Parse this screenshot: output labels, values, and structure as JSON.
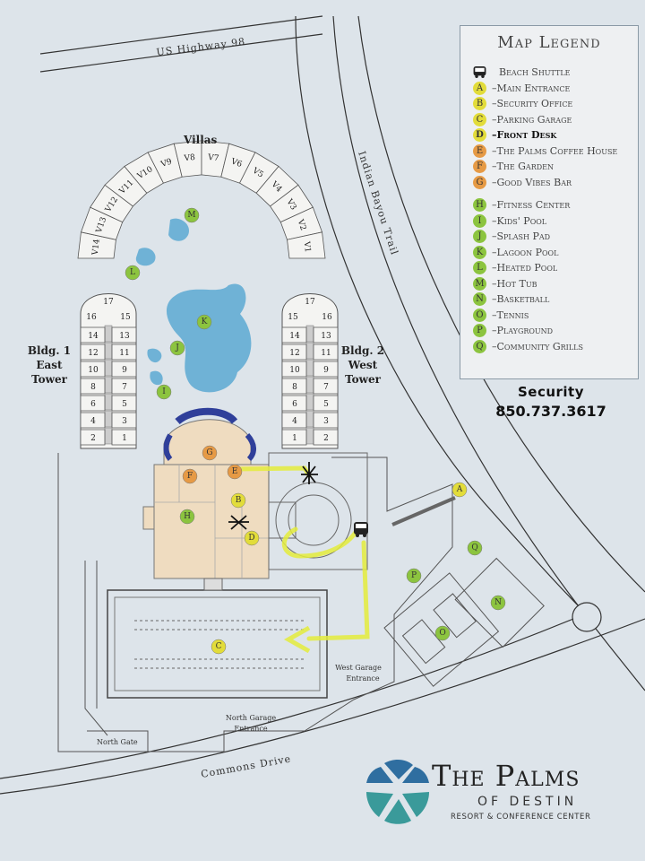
{
  "roads": {
    "highway": "US Highway 98",
    "trail": "Indian Bayou Trail",
    "commons": "Commons Drive"
  },
  "labels": {
    "villas": "Villas",
    "east_tower": [
      "Bldg. 1",
      "East",
      "Tower"
    ],
    "west_tower": [
      "Bldg. 2",
      "West",
      "Tower"
    ],
    "north_gate": "North Gate",
    "north_garage": [
      "North Garage",
      "Entrance"
    ],
    "west_garage": [
      "West Garage",
      "Entrance"
    ]
  },
  "villas": [
    "V14",
    "V13",
    "V12",
    "V11",
    "V10",
    "V9",
    "V8",
    "V7",
    "V6",
    "V5",
    "V4",
    "V3",
    "V2",
    "V1"
  ],
  "towers": {
    "east": {
      "top": [
        "16",
        "17",
        "15"
      ],
      "rows": [
        [
          "14",
          "13"
        ],
        [
          "12",
          "11"
        ],
        [
          "10",
          "9"
        ],
        [
          "8",
          "7"
        ],
        [
          "6",
          "5"
        ],
        [
          "4",
          "3"
        ],
        [
          "2",
          "1"
        ]
      ]
    },
    "west": {
      "top": [
        "15",
        "17",
        "16"
      ],
      "rows": [
        [
          "14",
          "13"
        ],
        [
          "12",
          "11"
        ],
        [
          "10",
          "9"
        ],
        [
          "8",
          "7"
        ],
        [
          "6",
          "5"
        ],
        [
          "4",
          "3"
        ],
        [
          "1",
          "2"
        ]
      ]
    }
  },
  "markers": {
    "A": "A",
    "B": "B",
    "C": "C",
    "D": "D",
    "E": "E",
    "F": "F",
    "G": "G",
    "H": "H",
    "I": "I",
    "J": "J",
    "K": "K",
    "L": "L",
    "M": "M",
    "N": "N",
    "O": "O",
    "P": "P",
    "Q": "Q"
  },
  "colors": {
    "yellow": "#e2dc3a",
    "orange": "#e69a45",
    "green": "#8cc43f",
    "water": "#6fb2d6",
    "route": "#e4ec3c",
    "building": "#efdcc0"
  },
  "legend": {
    "title": "Map Legend",
    "shuttle": "Beach Shuttle",
    "items": [
      {
        "letter": "A",
        "label": "Main Entrance",
        "group": "yellow"
      },
      {
        "letter": "B",
        "label": "Security Office",
        "group": "yellow"
      },
      {
        "letter": "C",
        "label": "Parking Garage",
        "group": "yellow"
      },
      {
        "letter": "D",
        "label": "Front Desk",
        "group": "yellow"
      },
      {
        "letter": "E",
        "label": "The Palms Coffee House",
        "group": "orange"
      },
      {
        "letter": "F",
        "label": "The Garden",
        "group": "orange"
      },
      {
        "letter": "G",
        "label": "Good Vibes Bar",
        "group": "orange"
      },
      {
        "letter": "H",
        "label": "Fitness Center",
        "group": "green"
      },
      {
        "letter": "I",
        "label": "Kids' Pool",
        "group": "green"
      },
      {
        "letter": "J",
        "label": "Splash Pad",
        "group": "green"
      },
      {
        "letter": "K",
        "label": "Lagoon Pool",
        "group": "green"
      },
      {
        "letter": "L",
        "label": "Heated Pool",
        "group": "green"
      },
      {
        "letter": "M",
        "label": "Hot Tub",
        "group": "green"
      },
      {
        "letter": "N",
        "label": "Basketball",
        "group": "green"
      },
      {
        "letter": "O",
        "label": "Tennis",
        "group": "green"
      },
      {
        "letter": "P",
        "label": "Playground",
        "group": "green"
      },
      {
        "letter": "Q",
        "label": "Community Grills",
        "group": "green"
      }
    ]
  },
  "security": {
    "title": "Security",
    "phone": "850.737.3617"
  },
  "logo": {
    "name": "The Palms",
    "sub": "OF DESTIN",
    "tagline": "RESORT & CONFERENCE CENTER"
  }
}
